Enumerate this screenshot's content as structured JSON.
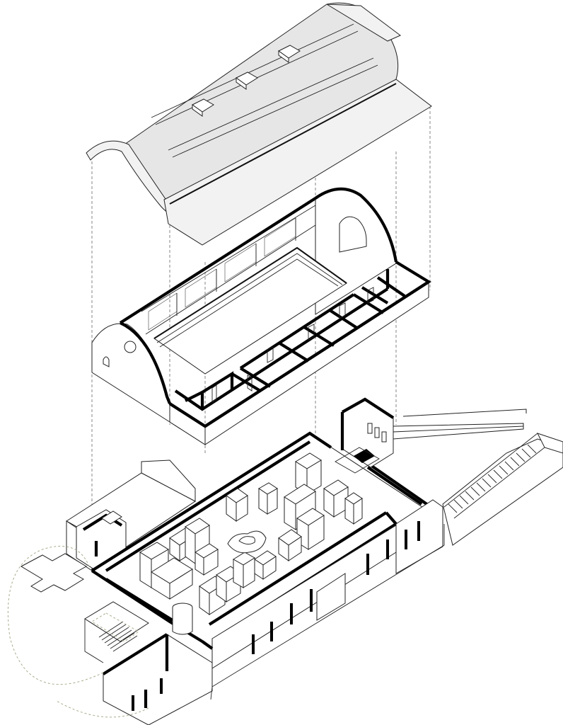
{
  "figure": {
    "kind": "exploded isometric axonometric drawing",
    "layers": [
      "vaulted-roof",
      "upper-floor-with-arched-end-walls",
      "ground-floor-with-exhibit-blocks",
      "entrance-stair-and-ramp"
    ],
    "colors": {
      "roof_fill": "#e6e6e6",
      "section_cut": "#000000",
      "linework": "#222222",
      "guide_dashes": "#666666",
      "garden_path": "#a7ad8d"
    }
  }
}
